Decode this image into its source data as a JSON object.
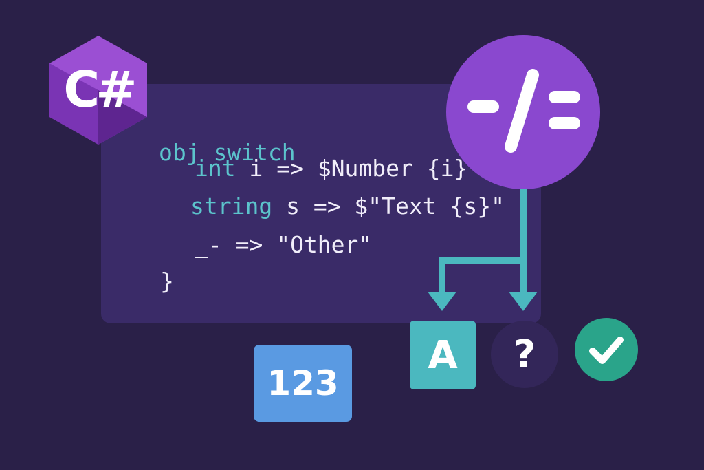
{
  "logo": {
    "text": "C#",
    "icon": "csharp-hexagon-logo",
    "color_light": "#9b4fd3",
    "color_dark": "#6a2a9c"
  },
  "code": {
    "line1": {
      "keyword": "obj switch"
    },
    "line2": {
      "keyword": "int",
      "rest": " i => $Number {i}\""
    },
    "line3": {
      "keyword": "string",
      "rest": " s => $\"Text {s}\""
    },
    "line4": {
      "rest": "_- => \"Other\""
    },
    "line5": {
      "rest": "}"
    }
  },
  "operator_badge": {
    "icon": "not-equal-operator-icon",
    "color": "#8a48cf"
  },
  "results": {
    "letter": "A",
    "unknown": "?",
    "number": "123",
    "check_icon": "checkmark-icon"
  },
  "colors": {
    "background": "#2a2048",
    "panel": "#3a2b68",
    "keyword": "#5cc4cc",
    "arrow": "#4bb8bf",
    "number_tile": "#5a9ae2",
    "check": "#2aa48a"
  }
}
